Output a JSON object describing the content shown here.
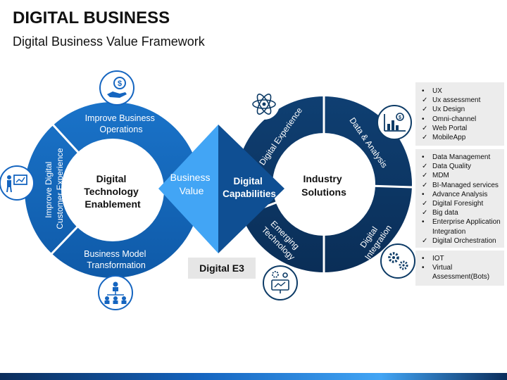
{
  "header": {
    "title": "DIGITAL BUSINESS",
    "subtitle": "Digital Business Value Framework"
  },
  "left_ring": {
    "segments": {
      "top": [
        "Improve Business",
        "Operations"
      ],
      "left": [
        "Improve Digital",
        "Customer Experience"
      ],
      "bottom": [
        "Business Model",
        "Transformation"
      ]
    },
    "center": [
      "Digital",
      "Technology",
      "Enablement"
    ]
  },
  "center_diamond": {
    "left_label": [
      "Business",
      "Value"
    ],
    "right_label": [
      "Digital",
      "Capabilities"
    ]
  },
  "right_ring": {
    "segments": {
      "top_left": "Digital Experience",
      "top_right": "Data & Analysis",
      "bottom_right": [
        "Digital",
        "Integration"
      ],
      "bottom_left": [
        "Emerging",
        "Technology"
      ]
    },
    "center": [
      "Industry",
      "Solutions"
    ]
  },
  "badge": "Digital E3",
  "lists": {
    "box1": [
      {
        "mark": "•",
        "text": "UX"
      },
      {
        "mark": "✓",
        "text": "Ux assessment"
      },
      {
        "mark": "✓",
        "text": "Ux Design"
      },
      {
        "mark": "•",
        "text": "Omni-channel"
      },
      {
        "mark": "✓",
        "text": " Web Portal"
      },
      {
        "mark": "✓",
        "text": " MobileApp"
      }
    ],
    "box2": [
      {
        "mark": "•",
        "text": "Data Management"
      },
      {
        "mark": "✓",
        "text": "Data Quality"
      },
      {
        "mark": "✓",
        "text": "MDM"
      },
      {
        "mark": "✓",
        "text": "BI-Managed services"
      },
      {
        "mark": "•",
        "text": "Advance Analysis"
      },
      {
        "mark": "✓",
        "text": "Digital Foresight"
      },
      {
        "mark": "✓",
        "text": "Big data"
      },
      {
        "mark": "•",
        "text": "Enterprise Application Integration"
      },
      {
        "mark": "✓",
        "text": "Digital Orchestration"
      }
    ],
    "box3": [
      {
        "mark": "•",
        "text": "IOT"
      },
      {
        "mark": "•",
        "text": "Virtual Assessment(Bots)"
      }
    ]
  },
  "icons": {
    "top_left": "money-hand-icon",
    "left": "presenter-icon",
    "bottom_left": "org-chart-icon",
    "right_top": "analytics-chart-icon",
    "right_bottom": "gears-icon",
    "bottom_right": "tech-board-icon",
    "atom": "atom-icon"
  },
  "colors": {
    "left_ring": "#1565c0",
    "right_ring": "#0d3b66",
    "diamond_left": "#42a5f5",
    "diamond_right": "#1565c0"
  }
}
